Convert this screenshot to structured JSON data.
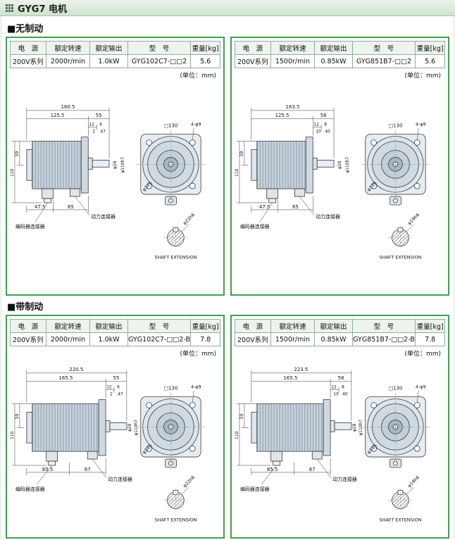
{
  "page": {
    "title": "GYG7 电机",
    "section_no_brake": "■无制动",
    "section_with_brake": "■带制动",
    "unit_note": "(单位：mm)"
  },
  "table": {
    "headers": [
      "电　源",
      "额定转速",
      "额定输出",
      "型　号",
      "重量[kg]"
    ]
  },
  "colors": {
    "panel_border": "#3fa14f",
    "titlebar_bg": "#d7e6d7",
    "table_header_bg": "#edf3ed"
  },
  "panels": [
    {
      "spec": {
        "power": "200V系列",
        "speed": "2000r/min",
        "output": "1.0kW",
        "model": "GYG102C7-□□2",
        "weight": "5.6"
      },
      "dims": {
        "total": "180.5",
        "body": "125.5",
        "shaft_len": "55",
        "a": "12",
        "b": "6",
        "c": "2",
        "d": "47",
        "left_a": "59",
        "left_b": "110",
        "bottom_a": "47.5",
        "bottom_b": "65",
        "shaft_dia": "φ28",
        "pilot_dia": "φ110h7",
        "flange_square": "□130",
        "mount_holes": "4-φ9",
        "bolt_circle": "φ145",
        "ext_dia": "φ22h6"
      },
      "labels": {
        "power_connector": "动力连接器",
        "encoder_connector": "编码器连接器",
        "shaft_extension": "SHAFT EXTENSION"
      }
    },
    {
      "spec": {
        "power": "200V系列",
        "speed": "1500r/min",
        "output": "0.85kW",
        "model": "GYG851B7-□□2",
        "weight": "5.6"
      },
      "dims": {
        "total": "183.5",
        "body": "125.5",
        "shaft_len": "58",
        "a": "12",
        "b": "8",
        "c": "10",
        "d": "40",
        "left_a": "59",
        "left_b": "110",
        "bottom_a": "47.5",
        "bottom_b": "65",
        "shaft_dia": "φ28",
        "pilot_dia": "φ110h7",
        "flange_square": "□130",
        "mount_holes": "4-φ9",
        "bolt_circle": "φ145",
        "ext_dia": "φ19h6"
      },
      "labels": {
        "power_connector": "动力连接器",
        "encoder_connector": "编码器连接器",
        "shaft_extension": "SHAFT EXTENSION"
      }
    },
    {
      "spec": {
        "power": "200V系列",
        "speed": "2000r/min",
        "output": "1.0kW",
        "model": "GYG102C7-□□2-B",
        "weight": "7.8"
      },
      "dims": {
        "total": "220.5",
        "body": "165.5",
        "shaft_len": "55",
        "a": "12",
        "b": "6",
        "c": "2",
        "d": "47",
        "left_a": "59",
        "left_b": "110",
        "bottom_a": "85.5",
        "bottom_b": "67",
        "shaft_dia": "φ28",
        "pilot_dia": "φ110h7",
        "flange_square": "□130",
        "mount_holes": "4-φ9",
        "bolt_circle": "φ145",
        "ext_dia": "φ22h6"
      },
      "labels": {
        "power_connector": "动力连接器",
        "encoder_connector": "编码器连接器",
        "shaft_extension": "SHAFT EXTENSION"
      }
    },
    {
      "spec": {
        "power": "200V系列",
        "speed": "1500r/min",
        "output": "0.85kW",
        "model": "GYG851B7-□□2-B",
        "weight": "7.8"
      },
      "dims": {
        "total": "223.5",
        "body": "165.5",
        "shaft_len": "58",
        "a": "12",
        "b": "8",
        "c": "10",
        "d": "40",
        "left_a": "59",
        "left_b": "110",
        "bottom_a": "85.5",
        "bottom_b": "67",
        "shaft_dia": "φ28",
        "pilot_dia": "φ110h7",
        "flange_square": "□130",
        "mount_holes": "4-φ9",
        "bolt_circle": "φ145",
        "ext_dia": "φ19h6"
      },
      "labels": {
        "power_connector": "动力连接器",
        "encoder_connector": "编码器连接器",
        "shaft_extension": "SHAFT EXTENSION"
      }
    }
  ]
}
